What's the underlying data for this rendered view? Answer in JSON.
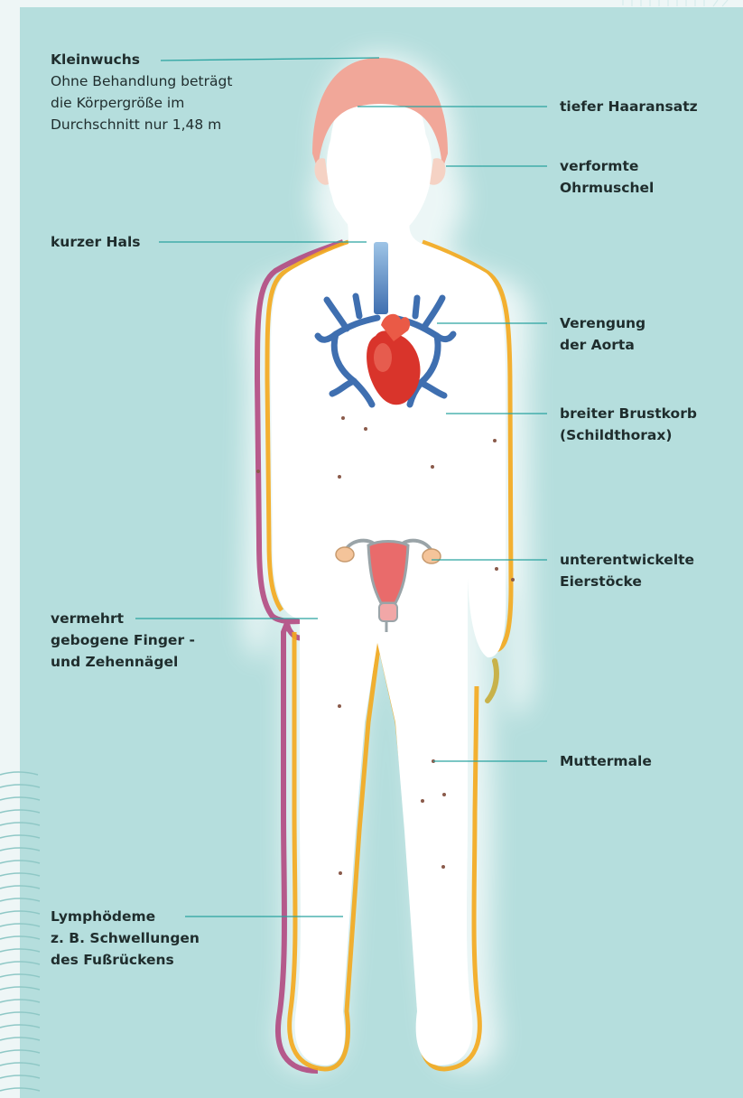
{
  "labels": {
    "kleinwuchs": {
      "title": "Kleinwuchs",
      "desc": [
        "Ohne Behandlung beträgt",
        "die Körpergröße im",
        "Durchschnitt nur 1,48 m"
      ]
    },
    "haaransatz": {
      "lines": [
        "tiefer Haaransatz"
      ]
    },
    "ohrmuschel": {
      "lines": [
        "verformte",
        "Ohrmuschel"
      ]
    },
    "hals": {
      "lines": [
        "kurzer Hals"
      ]
    },
    "aorta": {
      "lines": [
        "Verengung",
        "der Aorta"
      ]
    },
    "brustkorb": {
      "lines": [
        "breiter Brustkorb",
        "(Schildthorax)"
      ]
    },
    "eierstoecke": {
      "lines": [
        "unterentwickelte",
        "Eierstöcke"
      ]
    },
    "naegel": {
      "lines": [
        "vermehrt",
        "gebogene Finger -",
        "und Zehennägel"
      ]
    },
    "muttermale": {
      "lines": [
        "Muttermale"
      ]
    },
    "lymph": {
      "lines": [
        "Lymphödeme",
        "z. B. Schwellungen",
        "des Fußrückens"
      ]
    }
  },
  "colors": {
    "background": "#b5dedd",
    "leader": "#2aa3a0",
    "hair": "#f1a799",
    "heart": "#d9342b",
    "vessels": "#3f6fb0",
    "body_glow": "#f4a81c",
    "body_outline": "#b0407a"
  }
}
